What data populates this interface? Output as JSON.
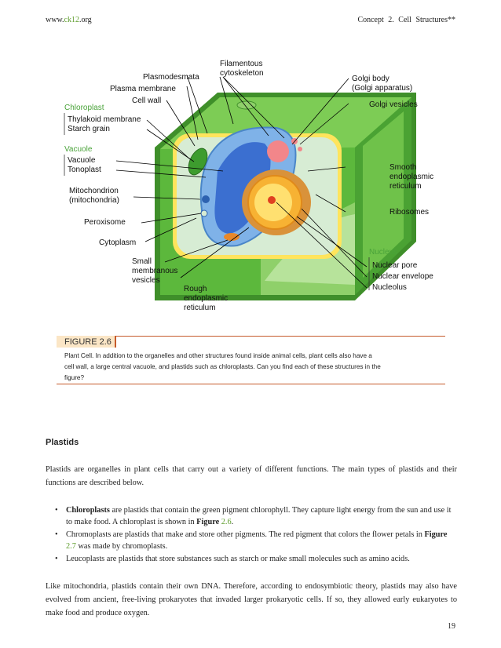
{
  "header": {
    "site_prefix": "www.",
    "site_accent": "ck12",
    "site_suffix": ".org",
    "concept": "Concept 2.   Cell Structures**"
  },
  "figure": {
    "labels": {
      "filamentous": "Filamentous",
      "cytoskeleton": "cytoskeleton",
      "plasmodesmata": "Plasmodesmata",
      "plasma_membrane": "Plasma membrane",
      "cell_wall": "Cell wall",
      "chloroplast": "Chloroplast",
      "thylakoid": "Thylakoid membrane",
      "starch": "Starch grain",
      "vacuole_group": "Vacuole",
      "vacuole": "Vacuole",
      "tonoplast": "Tonoplast",
      "mitochondrion": "Mitochondrion",
      "mitochondria": "(mitochondria)",
      "peroxisome": "Peroxisome",
      "cytoplasm": "Cytoplasm",
      "small": "Small",
      "membranous": "membranous",
      "vesicles": "vesicles",
      "rough": "Rough",
      "endoplasmic": "endoplasmic",
      "reticulum": "reticulum",
      "golgi_body": "Golgi body",
      "golgi_apparatus": "(Golgi apparatus)",
      "golgi_vesicles": "Golgi vesicles",
      "smooth": "Smooth",
      "smooth_endoplasmic": "endoplasmic",
      "smooth_reticulum": "reticulum",
      "ribosomes": "Ribosomes",
      "nucleus": "Nucleus",
      "nuclear_pore": "Nuclear pore",
      "nuclear_envelope": "Nuclear envelope",
      "nucleolus": "Nucleolus"
    },
    "colors": {
      "wall_green": "#5cb83c",
      "wall_dark": "#3f8f2a",
      "cytoplasm": "#d7ecd4",
      "vacuole": "#7fb2e8",
      "nucleus": "#f7b233",
      "golgi": "#f2868a",
      "label_green": "#4aa33a"
    }
  },
  "caption": {
    "label": "FIGURE 2.6",
    "line1": "Plant Cell.  In addition to the organelles and other structures found inside animal cells, plant cells also have a",
    "line2": "cell wall, a large central vacuole, and plastids such as chloroplasts.  Can you find each of these structures in the",
    "line3": "figure?"
  },
  "section": {
    "title": "Plastids",
    "para1": "Plastids are organelles in plant cells that carry out a variety of different functions. The main types of plastids and their functions are described below.",
    "bullets": [
      {
        "term": "Chloroplasts",
        "text": " are plastids that contain the green pigment chlorophyll. They capture light energy from the sun and use it to make food. A chloroplast is shown in ",
        "fig_word": "Figure",
        "fig_num": "2.6",
        "end": "."
      },
      {
        "text": "Chromoplasts are plastids that make and store other pigments. The red pigment that colors the flower petals in ",
        "fig_word": "Figure",
        "fig_num": "2.7",
        "end": " was made by chromoplasts."
      },
      {
        "text": "Leucoplasts are plastids that store substances such as starch or make small molecules such as amino acids."
      }
    ],
    "para2": "Like mitochondria, plastids contain their own DNA. Therefore, according to endosymbiotic theory, plastids may also have evolved from ancient, free-living prokaryotes that invaded larger prokaryotic cells. If so, they allowed early eukaryotes to make food and produce oxygen."
  },
  "page_number": "19"
}
